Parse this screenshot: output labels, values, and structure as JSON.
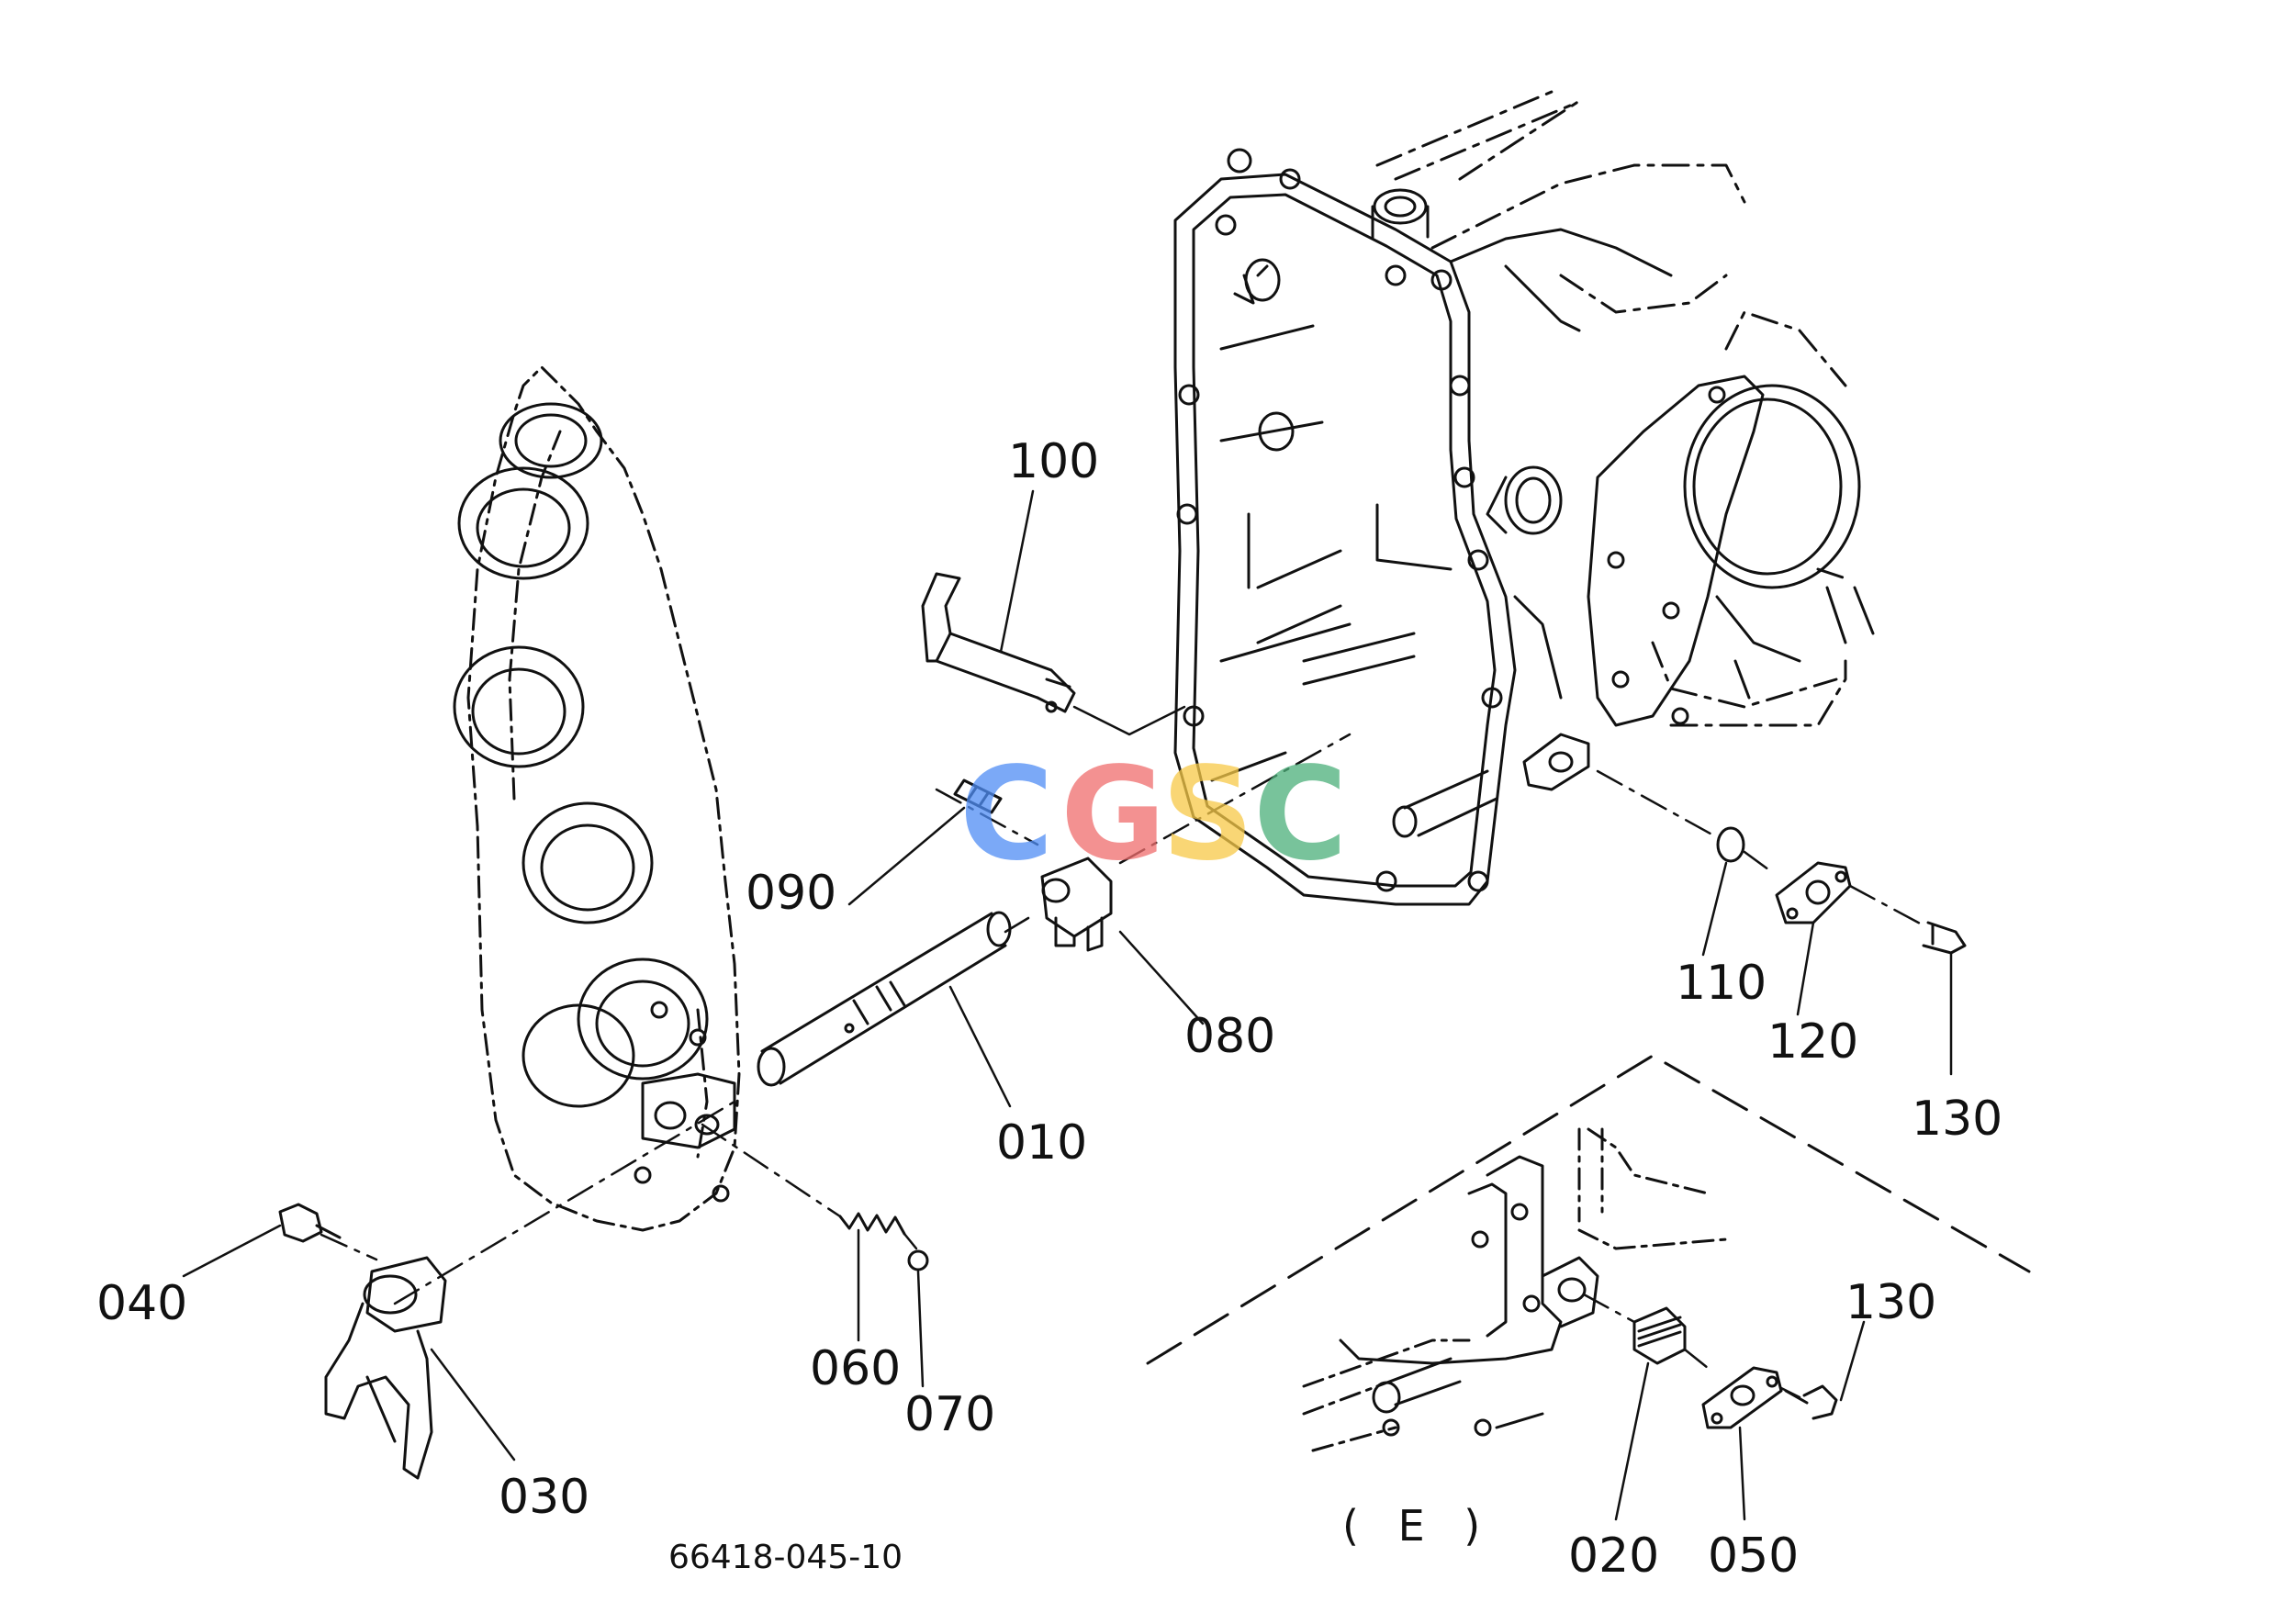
{
  "diagram": {
    "part_labels": {
      "p100": "100",
      "p090": "090",
      "p080": "080",
      "p010": "010",
      "p110": "110",
      "p120": "120",
      "p130_top": "130",
      "p040": "040",
      "p030": "030",
      "p060": "060",
      "p070": "070",
      "p130_detail": "130",
      "p020": "020",
      "p050": "050"
    },
    "detail_view_label": "( E )",
    "drawing_number": "66418-045-10"
  },
  "watermark": {
    "letters": [
      "C",
      "G",
      "S",
      "C"
    ],
    "colors": [
      "#4f8df5",
      "#f06d6d",
      "#f7c948",
      "#4caf7a"
    ]
  },
  "colors": {
    "line": "#111111",
    "background": "#ffffff"
  }
}
